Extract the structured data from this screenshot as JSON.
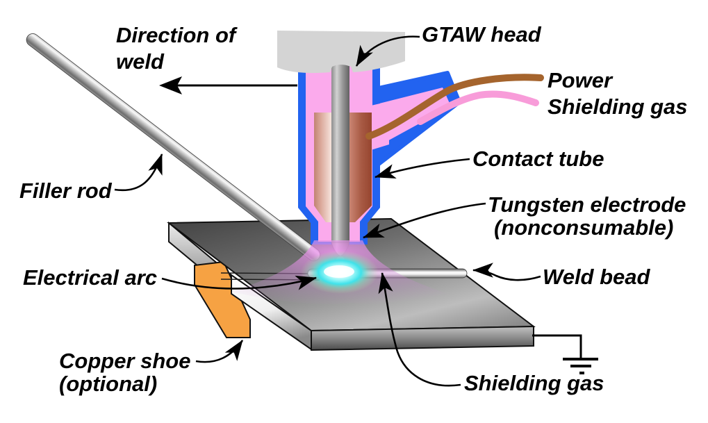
{
  "diagram": {
    "title": "GTAW (gas tungsten arc welding) process diagram",
    "labels": {
      "direction_line1": "Direction of",
      "direction_line2": "weld",
      "gtaw_head": "GTAW head",
      "power": "Power",
      "shielding_gas_supply": "Shielding gas",
      "contact_tube": "Contact tube",
      "tungsten_line1": "Tungsten electrode",
      "tungsten_line2": "(nonconsumable)",
      "weld_bead": "Weld bead",
      "filler_rod": "Filler rod",
      "electrical_arc": "Electrical arc",
      "copper_shoe_line1": "Copper shoe",
      "copper_shoe_line2": "(optional)",
      "shielding_gas_flow": "Shielding gas"
    },
    "icons": [
      "direction-arrow-icon",
      "label-arrow-icon",
      "ground-symbol-icon"
    ],
    "colors": {
      "torch_outline_blue": "#2263F0",
      "torch_body_pink": "#FBAAEC",
      "power_wire_brown": "#A5642D",
      "shielding_hose_pink": "#F89CD9",
      "copper_shoe_orange": "#F6A243",
      "arc_cyan": "#40E4EC",
      "gas_plume_purple": "#D88CDC",
      "head_gray": "#D4D4D4",
      "plate_gray_dark": "#4E4E4E",
      "contact_tube_brown": "#96452F"
    }
  }
}
